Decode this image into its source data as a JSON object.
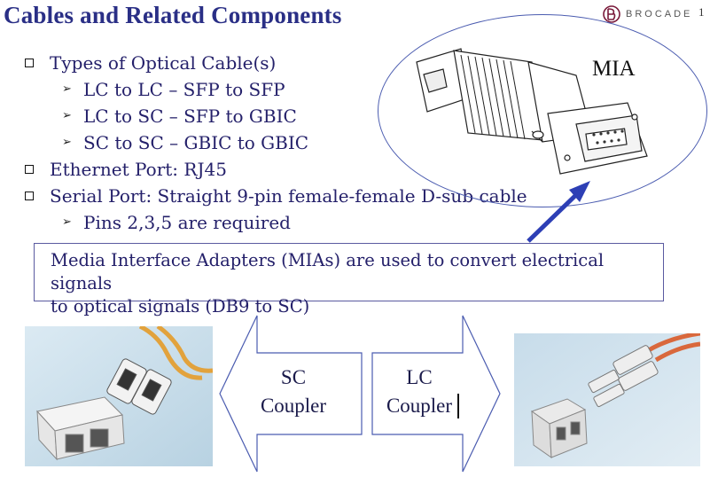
{
  "header": {
    "title": "Cables and Related Components",
    "logo_text": "BROCADE",
    "page_number": "1"
  },
  "bullets": [
    {
      "level": 1,
      "text": "Types of Optical Cable(s)"
    },
    {
      "level": 2,
      "text": "LC to LC – SFP to SFP"
    },
    {
      "level": 2,
      "text": "LC to SC – SFP to GBIC"
    },
    {
      "level": 2,
      "text": "SC to SC – GBIC to GBIC"
    },
    {
      "level": 1,
      "text": "Ethernet Port: RJ45"
    },
    {
      "level": 1,
      "text": "Serial Port: Straight 9-pin female-female D-sub cable"
    },
    {
      "level": 2,
      "text": "Pins 2,3,5 are required"
    }
  ],
  "callout": {
    "line1": "Media Interface Adapters (MIAs) are used to convert electrical signals",
    "line2": "to optical signals (DB9 to SC)"
  },
  "mia": {
    "label": "MIA"
  },
  "left_arrow": {
    "line1": "SC",
    "line2": "Coupler"
  },
  "right_arrow": {
    "line1": "LC",
    "line2": "Coupler"
  },
  "colors": {
    "title": "#2a2f86",
    "accent_arrow": "#2d3fb5",
    "cable_orange": "#e4a03a"
  }
}
